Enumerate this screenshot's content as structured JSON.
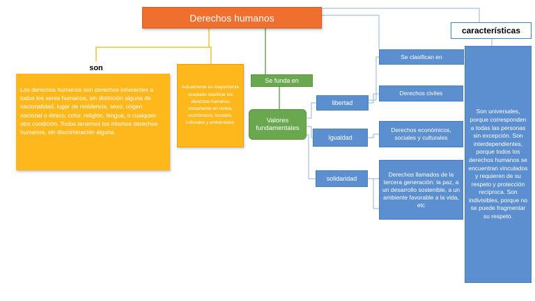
{
  "nodes": {
    "title": "Derechos humanos",
    "caracteristicas_label": "características",
    "son_label": "son",
    "definicion": "Los derechos humanos son derechos inherentes a todos los seres humanos, sin distinción alguna de nacionalidad, lugar de residencia, sexo, origen nacional o étnico, color, religión, lengua, o cualquier otra condición. Todos tenemos los mismos derechos humanos, sin discriminación alguna.",
    "actualmente": "Actualmente es mayormente aceptado clasificar los derechos humanos únicamente en civiles, económicos, sociales, culturales y ambientales.",
    "se_funda": "Se funda en",
    "valores": "Valores fundamentales",
    "libertad": "libertad",
    "igualdad": "Igualdad",
    "solidaridad": "solidaridad",
    "clasifican": "Se clasifican en",
    "civiles": "Derechos civiles",
    "economicos": "Derechos económicos, sociales y culturales",
    "tercera": "Derechos llamados de la tercera generación: la paz, a un desarrollo sostenible, a un ambiente favorable a la vida, etc",
    "caracteristicas_text": "Son universales, porque corresponden a todas las personas sin excepción. Son interdependientes, porque todos los derechos humanos se encuentran vinculados y requieren de su respeto y protección recíproca. Son indivisibles, porque no se puede fragmentar su respeto."
  },
  "colors": {
    "orange": "#ef6f2f",
    "yellow": "#ffb81c",
    "green": "#6aa84f",
    "blue": "#5b8fd0",
    "line_yellow": "#f2c230",
    "line_green": "#6aa84f",
    "line_blue": "#8fb3de"
  }
}
